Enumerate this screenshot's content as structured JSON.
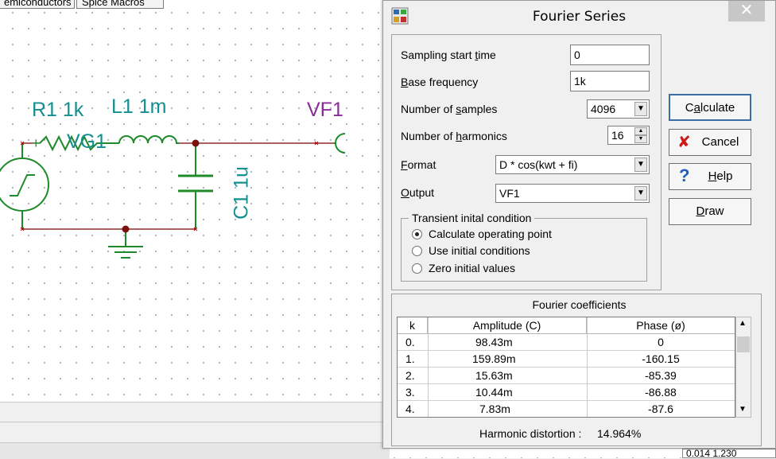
{
  "background": {
    "tabs": [
      "emiconductors",
      "Spice Macros"
    ],
    "components": {
      "r1": "R1 1k",
      "l1": "L1 1m",
      "vf1": "VF1",
      "vg1": "VG1",
      "c1": "C1 1u",
      "plus": "+"
    },
    "corner_text": "0.014 1.230"
  },
  "dialog": {
    "title": "Fourier Series",
    "close_label": "✕",
    "fields": {
      "sampling_start_time": {
        "label_pre": "Sampling start ",
        "label_u": "t",
        "label_post": "ime",
        "value": "0"
      },
      "base_frequency": {
        "label_pre": "",
        "label_u": "B",
        "label_post": "ase frequency",
        "value": "1k"
      },
      "number_of_samples": {
        "label_pre": "Number of ",
        "label_u": "s",
        "label_post": "amples",
        "value": "4096"
      },
      "number_of_harmonics": {
        "label_pre": "Number of ",
        "label_u": "h",
        "label_post": "armonics",
        "value": "16"
      },
      "format": {
        "label_pre": "",
        "label_u": "F",
        "label_post": "ormat",
        "value": "D * cos(kwt + fi)"
      },
      "output": {
        "label_pre": "",
        "label_u": "O",
        "label_post": "utput",
        "value": "VF1"
      }
    },
    "transient": {
      "title": "Transient inital condition",
      "options": [
        "Calculate operating point",
        "Use initial conditions",
        "Zero initial values"
      ],
      "selected": 0
    },
    "buttons": {
      "calculate": {
        "pre": "C",
        "u": "a",
        "post": "lculate"
      },
      "cancel": {
        "label": "Cancel"
      },
      "help": {
        "pre": "",
        "u": "H",
        "post": "elp"
      },
      "draw": {
        "pre": "",
        "u": "D",
        "post": "raw"
      }
    },
    "coefficients": {
      "title": "Fourier coefficients",
      "headers": [
        "k",
        "Amplitude (C)",
        "Phase (ø)"
      ],
      "rows": [
        [
          "0.",
          "98.43m",
          "0"
        ],
        [
          "1.",
          "159.89m",
          "-160.15"
        ],
        [
          "2.",
          "15.63m",
          "-85.39"
        ],
        [
          "3.",
          "10.44m",
          "-86.88"
        ],
        [
          "4.",
          "7.83m",
          "-87.6"
        ]
      ]
    },
    "distortion": {
      "label": "Harmonic distortion :",
      "value": "14.964%"
    }
  },
  "colors": {
    "wire": "#7a0000",
    "component": "#1f8a2a",
    "label_teal": "#138f8f",
    "label_purple": "#8a2b9a",
    "node": "#7a1010"
  }
}
